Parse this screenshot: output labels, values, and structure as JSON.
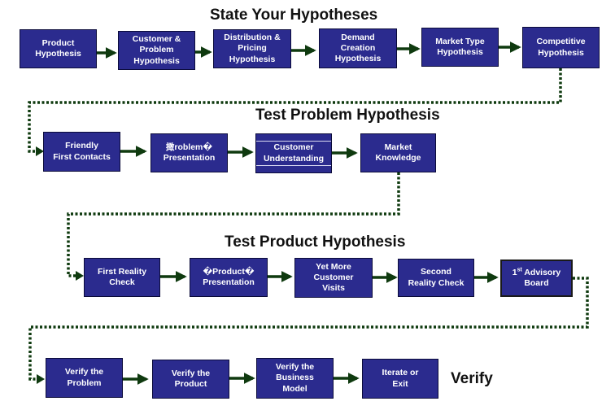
{
  "titles": {
    "state": "State Your Hypotheses",
    "problem": "Test Problem Hypothesis",
    "product": "Test Product Hypothesis",
    "verify": "Verify"
  },
  "row1": [
    "Product\nHypothesis",
    "Customer &\nProblem\nHypothesis",
    "Distribution &\nPricing\nHypothesis",
    "Demand\nCreation\nHypothesis",
    "Market Type\nHypothesis",
    "Competitive\nHypothesis"
  ],
  "row2": [
    "Friendly\nFirst Contacts",
    "撖roblem�\nPresentation",
    "Customer\nUnderstanding",
    "Market\nKnowledge"
  ],
  "row3": [
    "First Reality\nCheck",
    "�Product�\nPresentation",
    "Yet More\nCustomer\nVisits",
    "Second\nReality Check"
  ],
  "advisory": {
    "prefix": "1",
    "sup": "st",
    "suffix": " Advisory\nBoard"
  },
  "row4": [
    "Verify the\nProblem",
    "Verify the\nProduct",
    "Verify the\nBusiness\nModel",
    "Iterate or\nExit"
  ],
  "colors": {
    "box": "#2b2b8e",
    "arrow": "#0f3a0f",
    "dotted": "#0f3a0f"
  }
}
